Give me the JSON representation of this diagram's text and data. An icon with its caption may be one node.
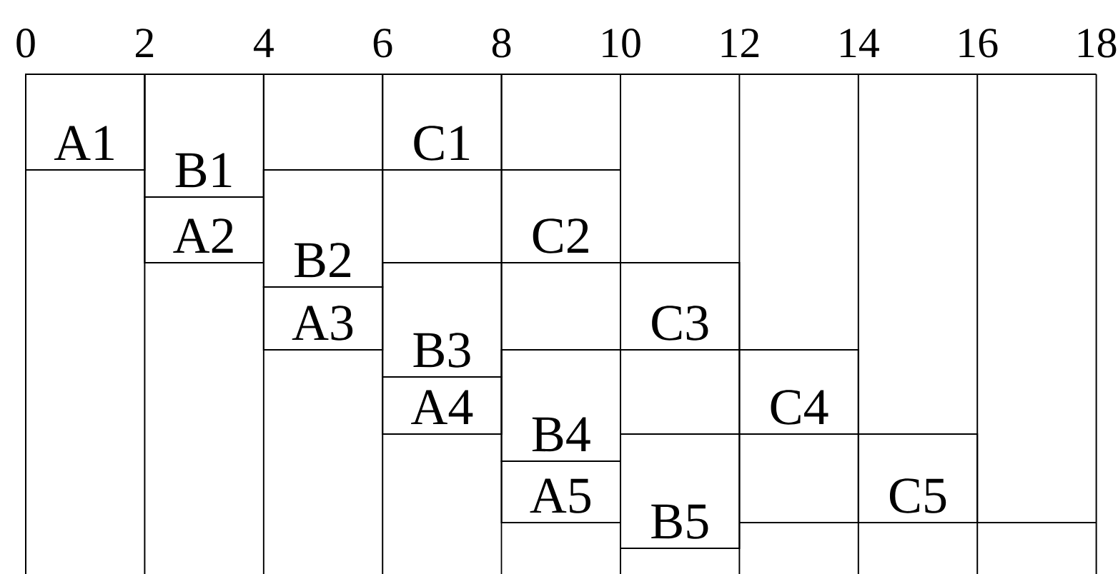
{
  "diagram": {
    "nodes": [
      {
        "text": [
          "A1"
        ]
      },
      {
        "text": [
          "B1"
        ]
      },
      {
        "text": [
          "A2"
        ]
      },
      {
        "text": [
          "B2"
        ]
      },
      {
        "text": [
          "A3"
        ]
      },
      {
        "text": [
          "C1"
        ]
      },
      {
        "text": [
          "B3"
        ]
      },
      {
        "text": [
          "A4"
        ]
      },
      {
        "text": [
          "C2"
        ]
      },
      {
        "text": [
          "B4"
        ]
      },
      {
        "text": [
          "A5"
        ]
      },
      {
        "text": [
          "C3"
        ]
      },
      {
        "text": [
          "B5"
        ]
      },
      {
        "text": [
          "C4"
        ]
      },
      {
        "text": [
          "C5"
        ]
      }
    ],
    "labels": [
      "0",
      "2",
      "4",
      "6",
      "8",
      "10",
      "12",
      "14",
      "16",
      "18"
    ]
  }
}
